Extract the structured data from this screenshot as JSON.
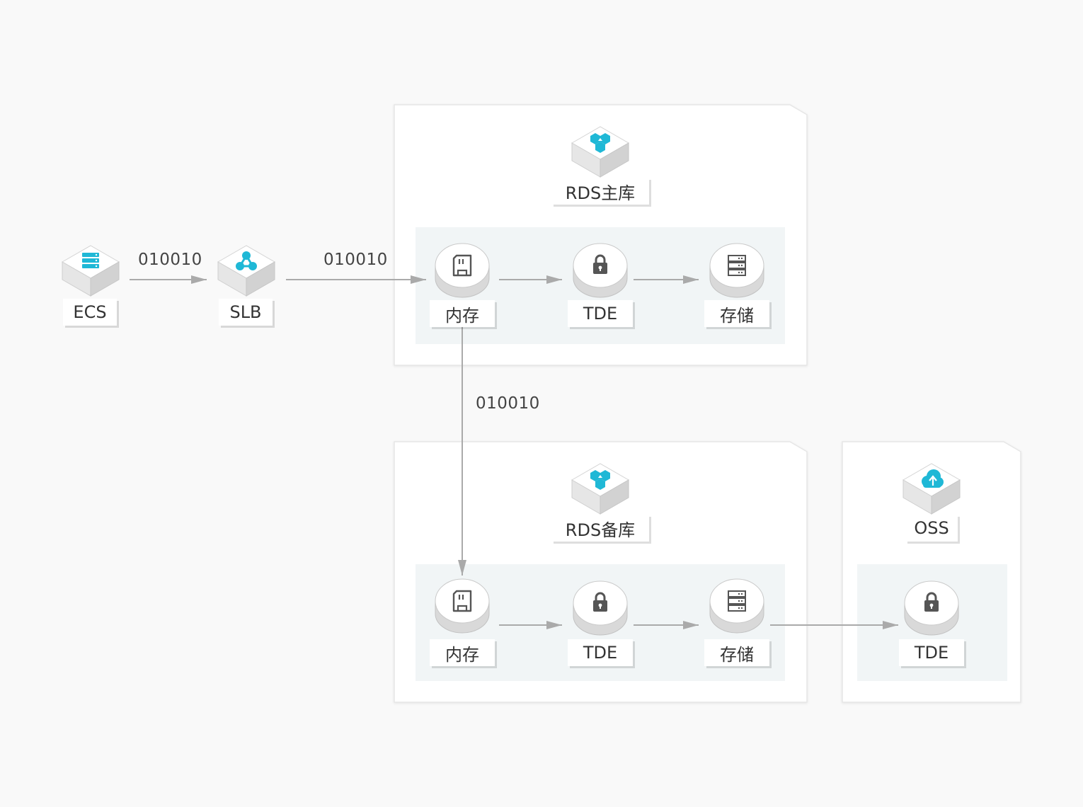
{
  "nodes": {
    "ecs": {
      "label": "ECS"
    },
    "slb": {
      "label": "SLB"
    },
    "rds_master": {
      "title": "RDS主库",
      "memory": "内存",
      "tde": "TDE",
      "storage": "存储"
    },
    "rds_standby": {
      "title": "RDS备库",
      "memory": "内存",
      "tde": "TDE",
      "storage": "存储"
    },
    "oss": {
      "title": "OSS",
      "tde": "TDE"
    }
  },
  "flows": {
    "ecs_to_slb": "010010",
    "slb_to_rds": "010010",
    "master_to_standby": "010010"
  },
  "colors": {
    "accent": "#1fb8d6",
    "background": "#f9f9f9",
    "panel": "#ffffff",
    "inner_panel": "#f1f5f6",
    "arrow": "#aaaaaa",
    "lock": "#555555"
  },
  "icons": {
    "ecs": "server-stack-icon",
    "slb": "network-nodes-icon",
    "rds": "database-hex-icon",
    "oss": "cloud-upload-icon",
    "memory": "sd-card-icon",
    "tde": "lock-icon",
    "storage": "storage-rack-icon"
  }
}
